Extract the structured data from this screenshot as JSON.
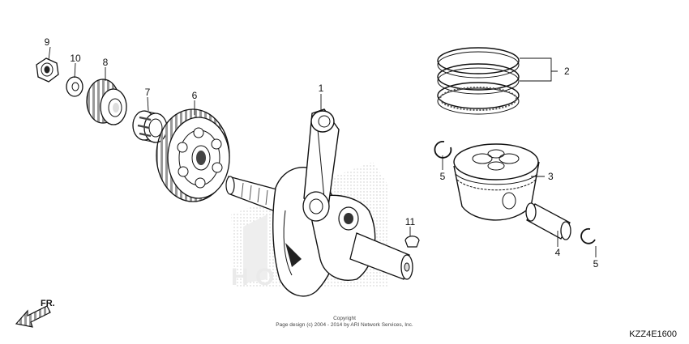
{
  "callouts": {
    "c1": "1",
    "c2": "2",
    "c3": "3",
    "c4": "4",
    "c5a": "5",
    "c5b": "5",
    "c6": "6",
    "c7": "7",
    "c8": "8",
    "c9": "9",
    "c10": "10",
    "c11": "11"
  },
  "direction_label": "FR.",
  "copyright_line1": "Copyright",
  "copyright_line2": "Page design (c) 2004 - 2014 by ARI Network Services, Inc.",
  "diagram_code": "KZZ4E1600"
}
